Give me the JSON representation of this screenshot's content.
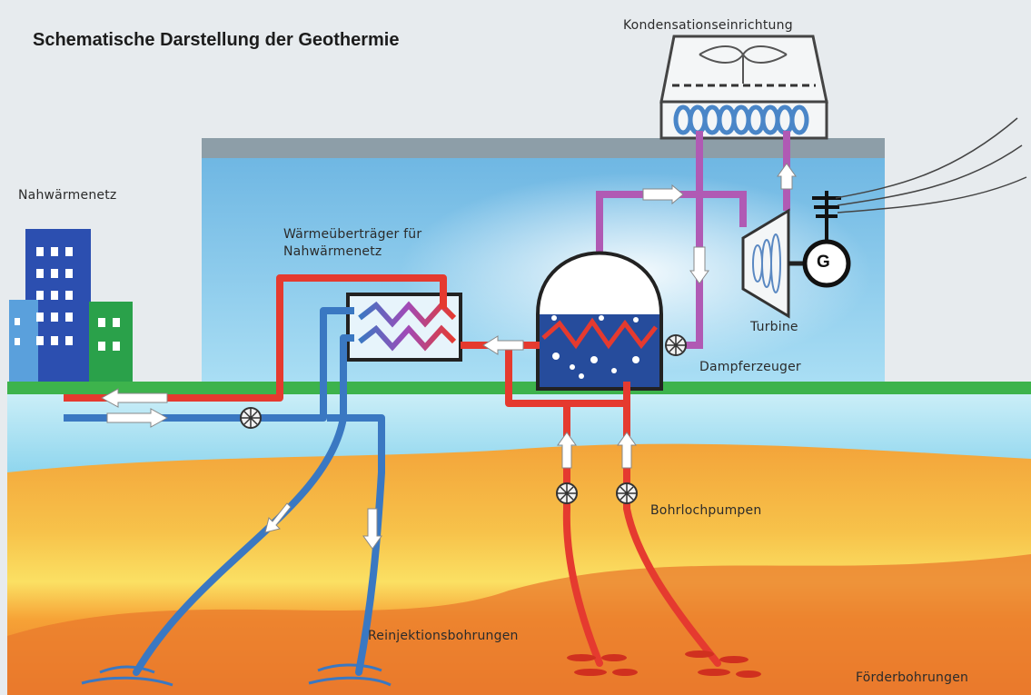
{
  "diagram": {
    "title": "Schematische Darstellung der Geothermie",
    "labels": {
      "kondensation": "Kondensationseinrichtung",
      "nahwaermenetz": "Nahwärmenetz",
      "waermeuebertraeger_line1": "Wärmeüberträger für",
      "waermeuebertraeger_line2": "Nahwärmenetz",
      "turbine": "Turbine",
      "generator": "G",
      "dampferzeuger": "Dampferzeuger",
      "bohrlochpumpen": "Bohrlochpumpen",
      "reinjektionsbohrungen": "Reinjektionsbohrungen",
      "foerderbohrungen": "Förderbohrungen"
    },
    "colors": {
      "background": "#e7ebee",
      "hot_pipe": "#e53a2f",
      "cold_pipe": "#3a78c2",
      "steam_pipe": "#b05ab4",
      "ground_green": "#3db34c",
      "building": "#8ec9ea",
      "sky_layer": "#aee4f4"
    }
  }
}
